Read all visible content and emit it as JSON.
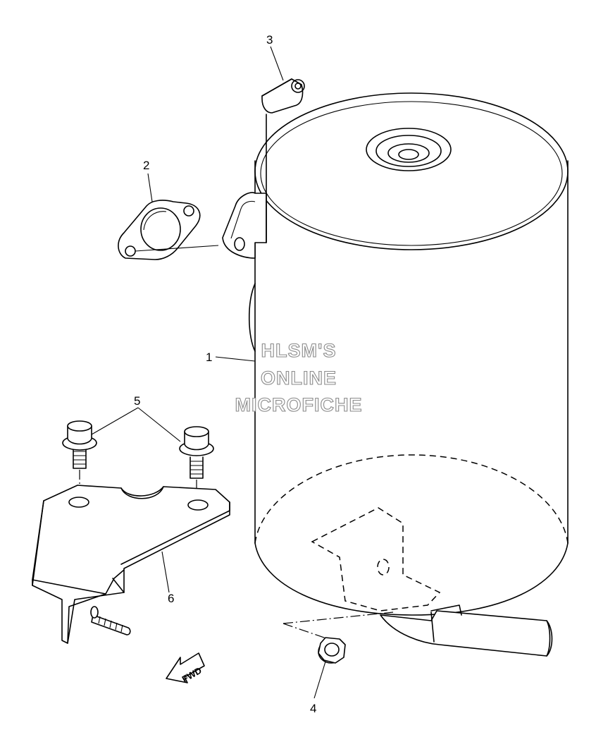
{
  "callouts": {
    "c1": "1",
    "c2": "2",
    "c3": "3",
    "c4": "4",
    "c5": "5",
    "c6": "6"
  },
  "watermark": {
    "line1": "HLSM'S",
    "line2": "ONLINE",
    "line3": "MICROFICHE"
  },
  "direction_arrow": {
    "label": "FWD",
    "icon": "fwd-arrow-icon"
  },
  "colors": {
    "line": "#000000",
    "background": "#ffffff",
    "watermark_outline": "#8a8a8a"
  }
}
